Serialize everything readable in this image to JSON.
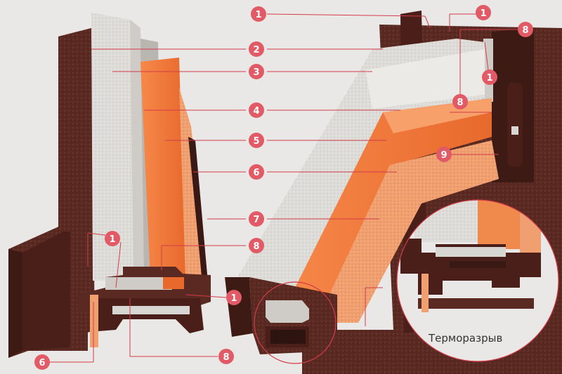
{
  "diagram": {
    "caption": "Терморазрыв",
    "colors": {
      "steel": "#5a2a22",
      "foam": "#f07a3c",
      "cork": "#f0a070",
      "mineral_wool": "#d8d6d2",
      "leader": "#d23c4a",
      "badge": "#e25a66"
    },
    "callouts": [
      {
        "id": "c1",
        "label": "1"
      },
      {
        "id": "c2",
        "label": "1"
      },
      {
        "id": "c3",
        "label": "8"
      },
      {
        "id": "c4",
        "label": "2"
      },
      {
        "id": "c5",
        "label": "3"
      },
      {
        "id": "c6",
        "label": "1"
      },
      {
        "id": "c7",
        "label": "8"
      },
      {
        "id": "c8",
        "label": "4"
      },
      {
        "id": "c9",
        "label": "5"
      },
      {
        "id": "c10",
        "label": "9"
      },
      {
        "id": "c11",
        "label": "6"
      },
      {
        "id": "c12",
        "label": "7"
      },
      {
        "id": "c13",
        "label": "8"
      },
      {
        "id": "c14",
        "label": "1"
      },
      {
        "id": "c15",
        "label": "1"
      },
      {
        "id": "c16",
        "label": "6"
      },
      {
        "id": "c17",
        "label": "8"
      }
    ]
  }
}
